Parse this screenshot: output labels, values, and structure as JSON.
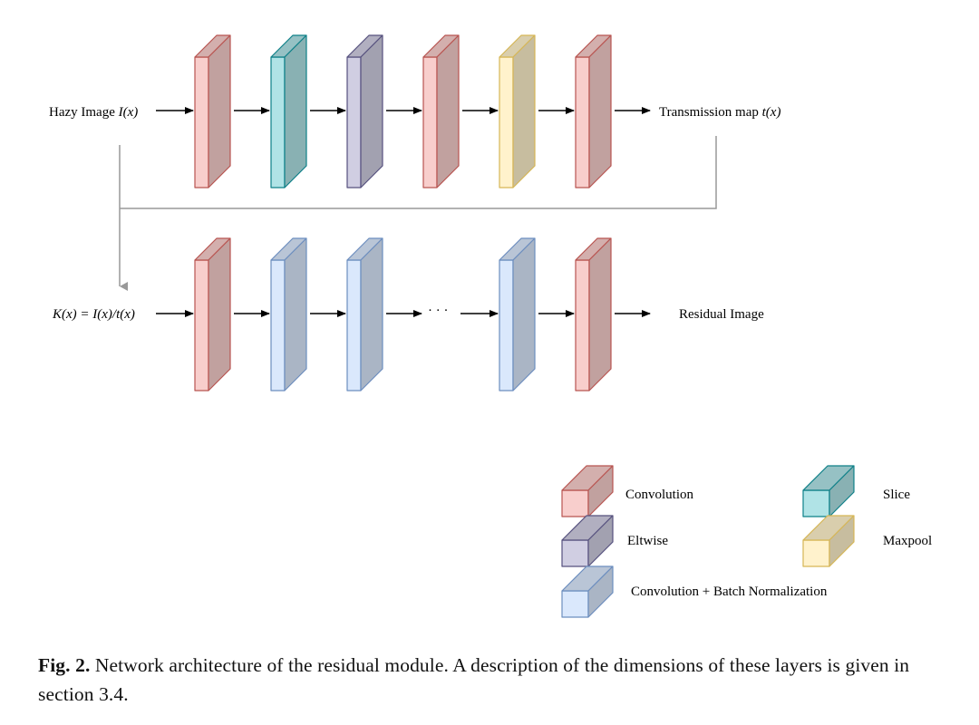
{
  "colors": {
    "convolution": {
      "fill": "#f8cecc",
      "stroke": "#b85450"
    },
    "slice": {
      "fill": "#b0e3e6",
      "stroke": "#0e8088"
    },
    "eltwise": {
      "fill": "#d0cee2",
      "stroke": "#56517e"
    },
    "maxpool": {
      "fill": "#fff2cc",
      "stroke": "#d6b656"
    },
    "conv_bn": {
      "fill": "#dae8fc",
      "stroke": "#6c8ebf"
    },
    "arrow": "#000000",
    "skip_line": "#999999"
  },
  "top_row": {
    "input_label_text": "Hazy Image ",
    "input_label_italic": "I(x)",
    "output_label_text": "Transmission map ",
    "output_label_italic": "t(x)",
    "layers": [
      "convolution",
      "slice",
      "eltwise",
      "convolution",
      "maxpool",
      "convolution"
    ]
  },
  "bottom_row": {
    "input_label": "K(x) = I(x)/t(x)",
    "output_label": "Residual Image",
    "ellipsis": "· · ·",
    "layers": [
      "convolution",
      "conv_bn",
      "conv_bn",
      "ellipsis",
      "conv_bn",
      "convolution"
    ]
  },
  "legend": [
    {
      "type": "convolution",
      "label": "Convolution"
    },
    {
      "type": "slice",
      "label": "Slice"
    },
    {
      "type": "eltwise",
      "label": "Eltwise"
    },
    {
      "type": "maxpool",
      "label": "Maxpool"
    },
    {
      "type": "conv_bn",
      "label": "Convolution + Batch Normalization"
    }
  ],
  "caption": {
    "label": "Fig. 2.",
    "text": " Network architecture of the residual module. A description of the dimensions of these layers is given in section 3.4."
  }
}
